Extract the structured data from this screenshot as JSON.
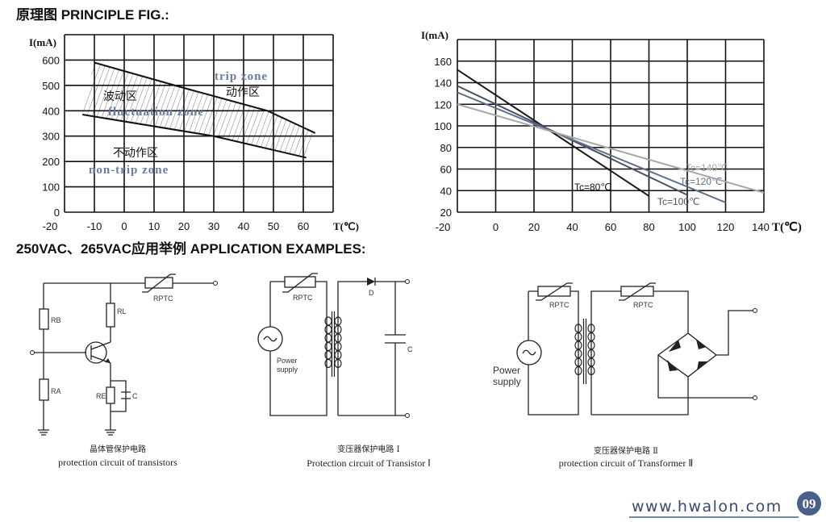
{
  "header": {
    "principle_title": "原理图 PRINCIPLE  FIG.:",
    "application_title": "250VAC、265VAC应用举例 APPLICATION EXAMPLES:"
  },
  "chart_data": [
    {
      "type": "area",
      "title": "PRINCIPLE FIG.",
      "ylabel": "I(mA)",
      "xlabel": "T(℃)",
      "xlim": [
        -20,
        70
      ],
      "ylim": [
        0,
        700
      ],
      "x_ticks": [
        "-20",
        "-10",
        "0",
        "10",
        "20",
        "30",
        "40",
        "50",
        "60"
      ],
      "y_ticks": [
        "0",
        "100",
        "200",
        "300",
        "400",
        "500",
        "600"
      ],
      "grid": true,
      "series": [
        {
          "name": "upper boundary",
          "points": [
            [
              -10,
              590
            ],
            [
              20,
              490
            ],
            [
              48,
              400
            ],
            [
              64,
              312
            ]
          ]
        },
        {
          "name": "lower boundary",
          "points": [
            [
              -14,
              385
            ],
            [
              30,
              300
            ],
            [
              61,
              215
            ]
          ]
        }
      ],
      "annotations": {
        "trip_en": "trip zone",
        "trip_cn": "动作区",
        "fluct_en": "fluctuation zone",
        "fluct_cn": "波动区",
        "nontrip_en": "non-trip zone",
        "nontrip_cn": "不动作区"
      }
    },
    {
      "type": "line",
      "ylabel": "I(mA)",
      "xlabel": "T(℃)",
      "xlim": [
        -20,
        140
      ],
      "ylim": [
        20,
        180
      ],
      "x_ticks": [
        "-20",
        "0",
        "20",
        "40",
        "60",
        "80",
        "100",
        "120",
        "140"
      ],
      "y_ticks": [
        "20",
        "40",
        "60",
        "80",
        "100",
        "120",
        "140",
        "160"
      ],
      "grid": true,
      "series": [
        {
          "name": "Tc=80℃",
          "points": [
            [
              -20,
              152
            ],
            [
              80,
              35
            ]
          ],
          "color": "#1a1a1a"
        },
        {
          "name": "Tc=100℃",
          "points": [
            [
              -20,
              137
            ],
            [
              100,
              36
            ]
          ],
          "color": "#4a5060"
        },
        {
          "name": "Tc=120℃",
          "points": [
            [
              -20,
              131
            ],
            [
              120,
              29
            ]
          ],
          "color": "#5f6f8c"
        },
        {
          "name": "Tc=140℃",
          "points": [
            [
              -20,
              120
            ],
            [
              140,
              38
            ]
          ],
          "color": "#a8a8a8"
        }
      ]
    }
  ],
  "circuits": {
    "c1": {
      "rptc": "RPTC",
      "rb": "RB",
      "rl": "RL",
      "ra": "RA",
      "re": "RE",
      "c": "C",
      "caption_cn": "晶体管保护电路",
      "caption_en": "protection circuit of transistors"
    },
    "c2": {
      "rptc": "RPTC",
      "d": "D",
      "c": "C",
      "power": "Power",
      "supply": "supply",
      "caption_cn": "变压器保护电路 Ⅰ",
      "caption_en": "Protection circuit of Transistor Ⅰ"
    },
    "c3": {
      "rptc1": "RPTC",
      "rptc2": "RPTC",
      "power": "Power",
      "supply": "supply",
      "caption_cn": "变压器保护电路 Ⅱ",
      "caption_en": "protection circuit of Transformer Ⅱ"
    }
  },
  "footer": {
    "url": "www.hwalon.com",
    "page": "09",
    "accent": "#4a5f8a"
  }
}
